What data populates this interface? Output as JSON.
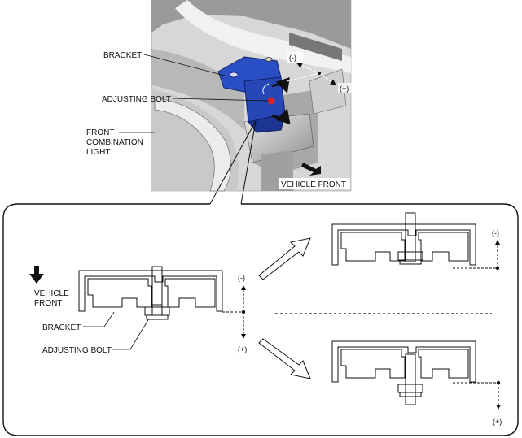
{
  "photo": {
    "labels": {
      "bracket": "BRACKET",
      "adjusting_bolt": "ADJUSTING BOLT",
      "front_combination_light_1": "FRONT",
      "front_combination_light_2": "COMBINATION",
      "front_combination_light_3": "LIGHT",
      "vehicle_front": "VEHICLE FRONT",
      "minus": "(-)",
      "plus": "(+)"
    },
    "colors": {
      "bracket_blue": "#2a4fc4",
      "bolt_red": "#d8242b"
    }
  },
  "detail": {
    "labels": {
      "vehicle_front_1": "VEHICLE",
      "vehicle_front_2": "FRONT",
      "bracket": "BRACKET",
      "adjusting_bolt": "ADJUSTING BOLT",
      "minus": "(-)",
      "plus": "(+)",
      "upper_minus": "(-)",
      "lower_plus": "(+)"
    }
  }
}
